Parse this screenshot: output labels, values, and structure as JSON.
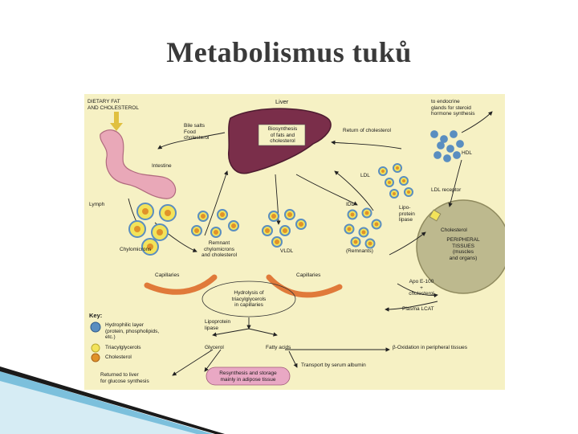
{
  "slide": {
    "title": "Metabolismus tuků"
  },
  "diagram": {
    "labels": {
      "dietary": "DIETARY FAT\nAND CHOLESTEROL",
      "liver": "Liver",
      "bile": "Bile salts\nFood\ncholesterol",
      "intestine": "Intestine",
      "lymph": "Lymph",
      "chylomicrons": "Chylomicrons",
      "remnant": "Remnant\nchylomicrons\nand cholesterol",
      "biosynthesis": "Biosynthesis\nof fats and\ncholesterol",
      "vldl": "VLDL",
      "idl": "IDL",
      "ldl": "LDL",
      "return_chol": "Return of cholesterol",
      "endocrine": "to endocrine\nglands for steroid\nhormone synthesis",
      "hdl": "HDL",
      "ldl_receptor": "LDL receptor",
      "lipoprotein_lipase": "Lipo-\nprotein\nlipase",
      "remnants": "(Remnants)",
      "cholesterol": "Cholesterol",
      "peripheral": "PERIPHERAL\nTISSUES\n(muscles\nand organs)",
      "capillaries_1": "Capillaries",
      "capillaries_2": "Capillaries",
      "hydrolysis": "Hydrolysis of\ntriacylglycerols\nin capillaries",
      "apo": "Apo E-100\n+\ncholesterol",
      "plasma_lcat": "Plasma LCAT",
      "lipoprotein_lipase_2": "Lipoprotein\nlipase",
      "glycerol": "Glycerol",
      "fatty_acids": "Fatty acids",
      "beta_oxidation": "β-Oxidation in peripheral tissues",
      "transport": "Transport by serum albumin",
      "returned": "Returned to liver\nfor glucose synthesis",
      "resynthesis": "Resynthesis and storage\nmainly in adipose tissue"
    },
    "key": {
      "title": "Key:",
      "items": [
        {
          "label": "Hydrophilic layer\n(protein, phospholipids,\netc.)"
        },
        {
          "label": "Triacylglycerols"
        },
        {
          "label": "Cholesterol"
        }
      ]
    },
    "colors": {
      "background": "#f6f1c4",
      "liver": "#7a2e4a",
      "intestine": "#e9a8b8",
      "particle_outer": "#5a8ec0",
      "particle_yellow": "#f3e35a",
      "particle_orange": "#e0922a",
      "capillary": "#e07a3a",
      "tissue": "#bdb98e"
    }
  }
}
